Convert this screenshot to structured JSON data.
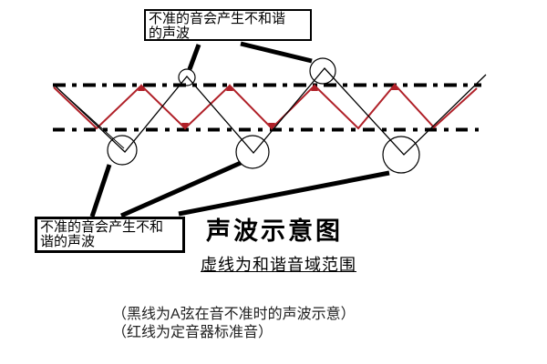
{
  "title": "声波示意图",
  "subtitle": "虚线为和谐音域范围",
  "callout_top": {
    "line1": "不准的音会产生不和谐",
    "line2": "的声波"
  },
  "callout_bottom": {
    "line1": "不准的音会产生不和",
    "line2": "谐的声波"
  },
  "notes": {
    "line1": "（黑线为A弦在音不准时的声波示意）",
    "line2": "（红线为定音器标准音）"
  },
  "colors": {
    "reference_wave_red": "#b02028",
    "detuned_wave_black": "#000000",
    "dashed_range_line_black": "#000000",
    "background": "#ffffff"
  }
}
